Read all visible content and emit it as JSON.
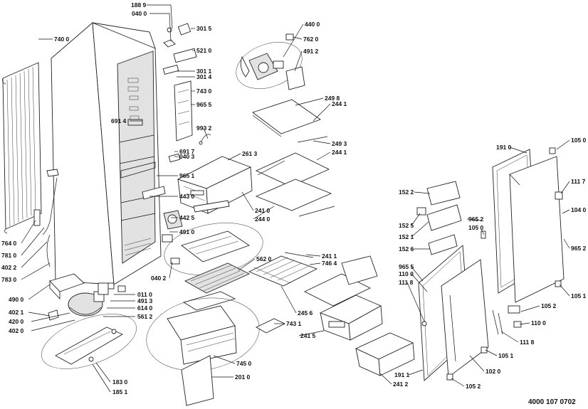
{
  "diagram": {
    "drawing_code": "4000 107 0702",
    "labels": {
      "p1889": "188 9",
      "p0400": "040 0",
      "p3015": "301 5",
      "p5210": "521 0",
      "p3011": "301 1",
      "p3014": "301 4",
      "p7430": "743 0",
      "p9655": "965 5",
      "p6914": "691 4",
      "p9932": "993 2",
      "p6917": "691 7",
      "p0403": "040 3",
      "p9651": "965 1",
      "p4430": "443 0",
      "p4425": "442 5",
      "p4910": "491 0",
      "p0402": "040 2",
      "p0110": "011 0",
      "p4913": "491 3",
      "p6140": "614 0",
      "p5612": "561 2",
      "p7400": "740 0",
      "p7640": "764 0",
      "p7810": "781 0",
      "p4022": "402 2",
      "p7830": "783 0",
      "p4900": "490 0",
      "p4021": "402 1",
      "p4200": "420 0",
      "p4020": "402 0",
      "p1830": "183 0",
      "p1851": "185 1",
      "p4400": "440 0",
      "p7620": "762 0",
      "p4912": "491 2",
      "p2498": "249 8",
      "p2441a": "244 1",
      "p2493": "249 3",
      "p2441b": "244 1",
      "p2613": "261 3",
      "p2410": "241 0",
      "p2440": "244 0",
      "p5620": "562 0",
      "p2411": "241 1",
      "p7464": "746 4",
      "p2456": "245 6",
      "p7431": "743 1",
      "p2415": "241 5",
      "p7450": "745 0",
      "p2010": "201 0",
      "p2412": "241 2",
      "p1522": "152 2",
      "p1525": "152 5",
      "p1521": "152 1",
      "p1526": "152 6",
      "p9652a": "965 2",
      "p1050a": "105 0",
      "p9653": "965 5",
      "p1100a": "110 0",
      "p1118a": "111 8",
      "p1910": "191 0",
      "p1050b": "105 0",
      "p1117": "111 7",
      "p1040": "104 0",
      "p9652b": "965 2",
      "p1051a": "105 1",
      "p1052a": "105 2",
      "p1100b": "110 0",
      "p1118b": "111 8",
      "p1051b": "105 1",
      "p1911": "191 1",
      "p1020": "102 0",
      "p1052b": "105 2"
    }
  }
}
